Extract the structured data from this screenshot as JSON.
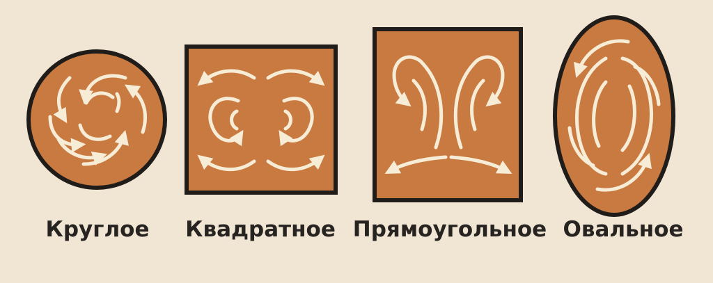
{
  "shapes": [
    {
      "label": "Круглое"
    },
    {
      "label": "Квадратное"
    },
    {
      "label": "Прямоугольное"
    },
    {
      "label": "Овальное"
    }
  ],
  "colors": {
    "background": "#f1e6d4",
    "fill": "#c97a40",
    "outline": "#1f1c1a",
    "arrow": "#f7ecd6",
    "text": "#262321"
  }
}
